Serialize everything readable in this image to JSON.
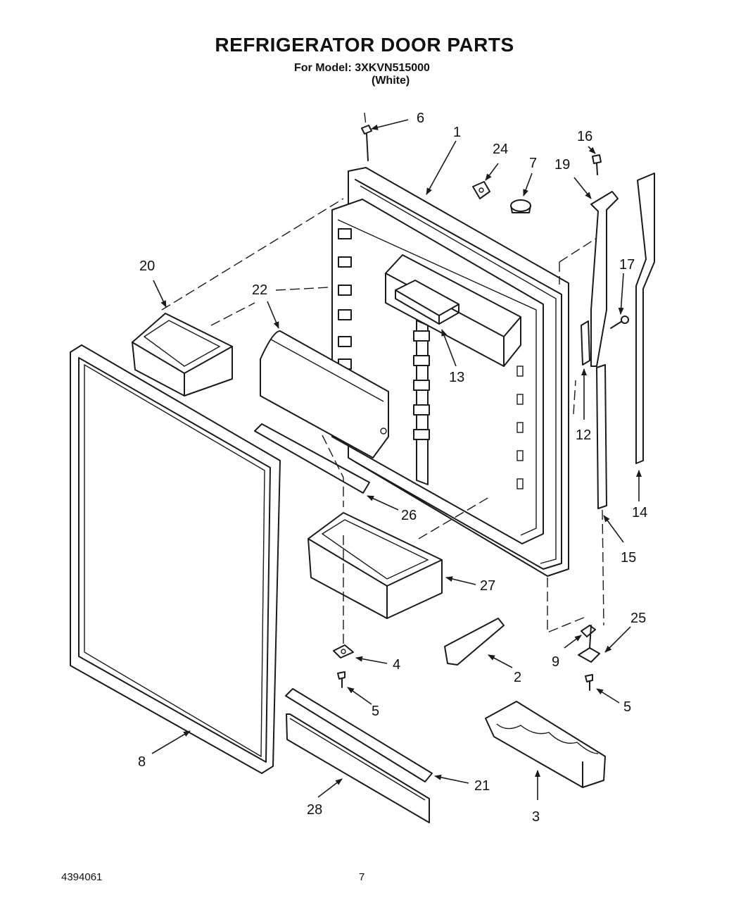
{
  "header": {
    "title": "REFRIGERATOR DOOR PARTS",
    "model_line": "For Model: 3XKVN515000",
    "color_line": "(White)"
  },
  "footer": {
    "doc_number": "4394061",
    "page_number": "7"
  },
  "callouts": {
    "c1": "1",
    "c2": "2",
    "c3": "3",
    "c4": "4",
    "c5a": "5",
    "c5b": "5",
    "c6": "6",
    "c7": "7",
    "c8": "8",
    "c9": "9",
    "c12": "12",
    "c13": "13",
    "c14": "14",
    "c15": "15",
    "c16": "16",
    "c17": "17",
    "c19": "19",
    "c20": "20",
    "c21": "21",
    "c22": "22",
    "c24": "24",
    "c25": "25",
    "c26": "26",
    "c27": "27",
    "c28": "28"
  }
}
